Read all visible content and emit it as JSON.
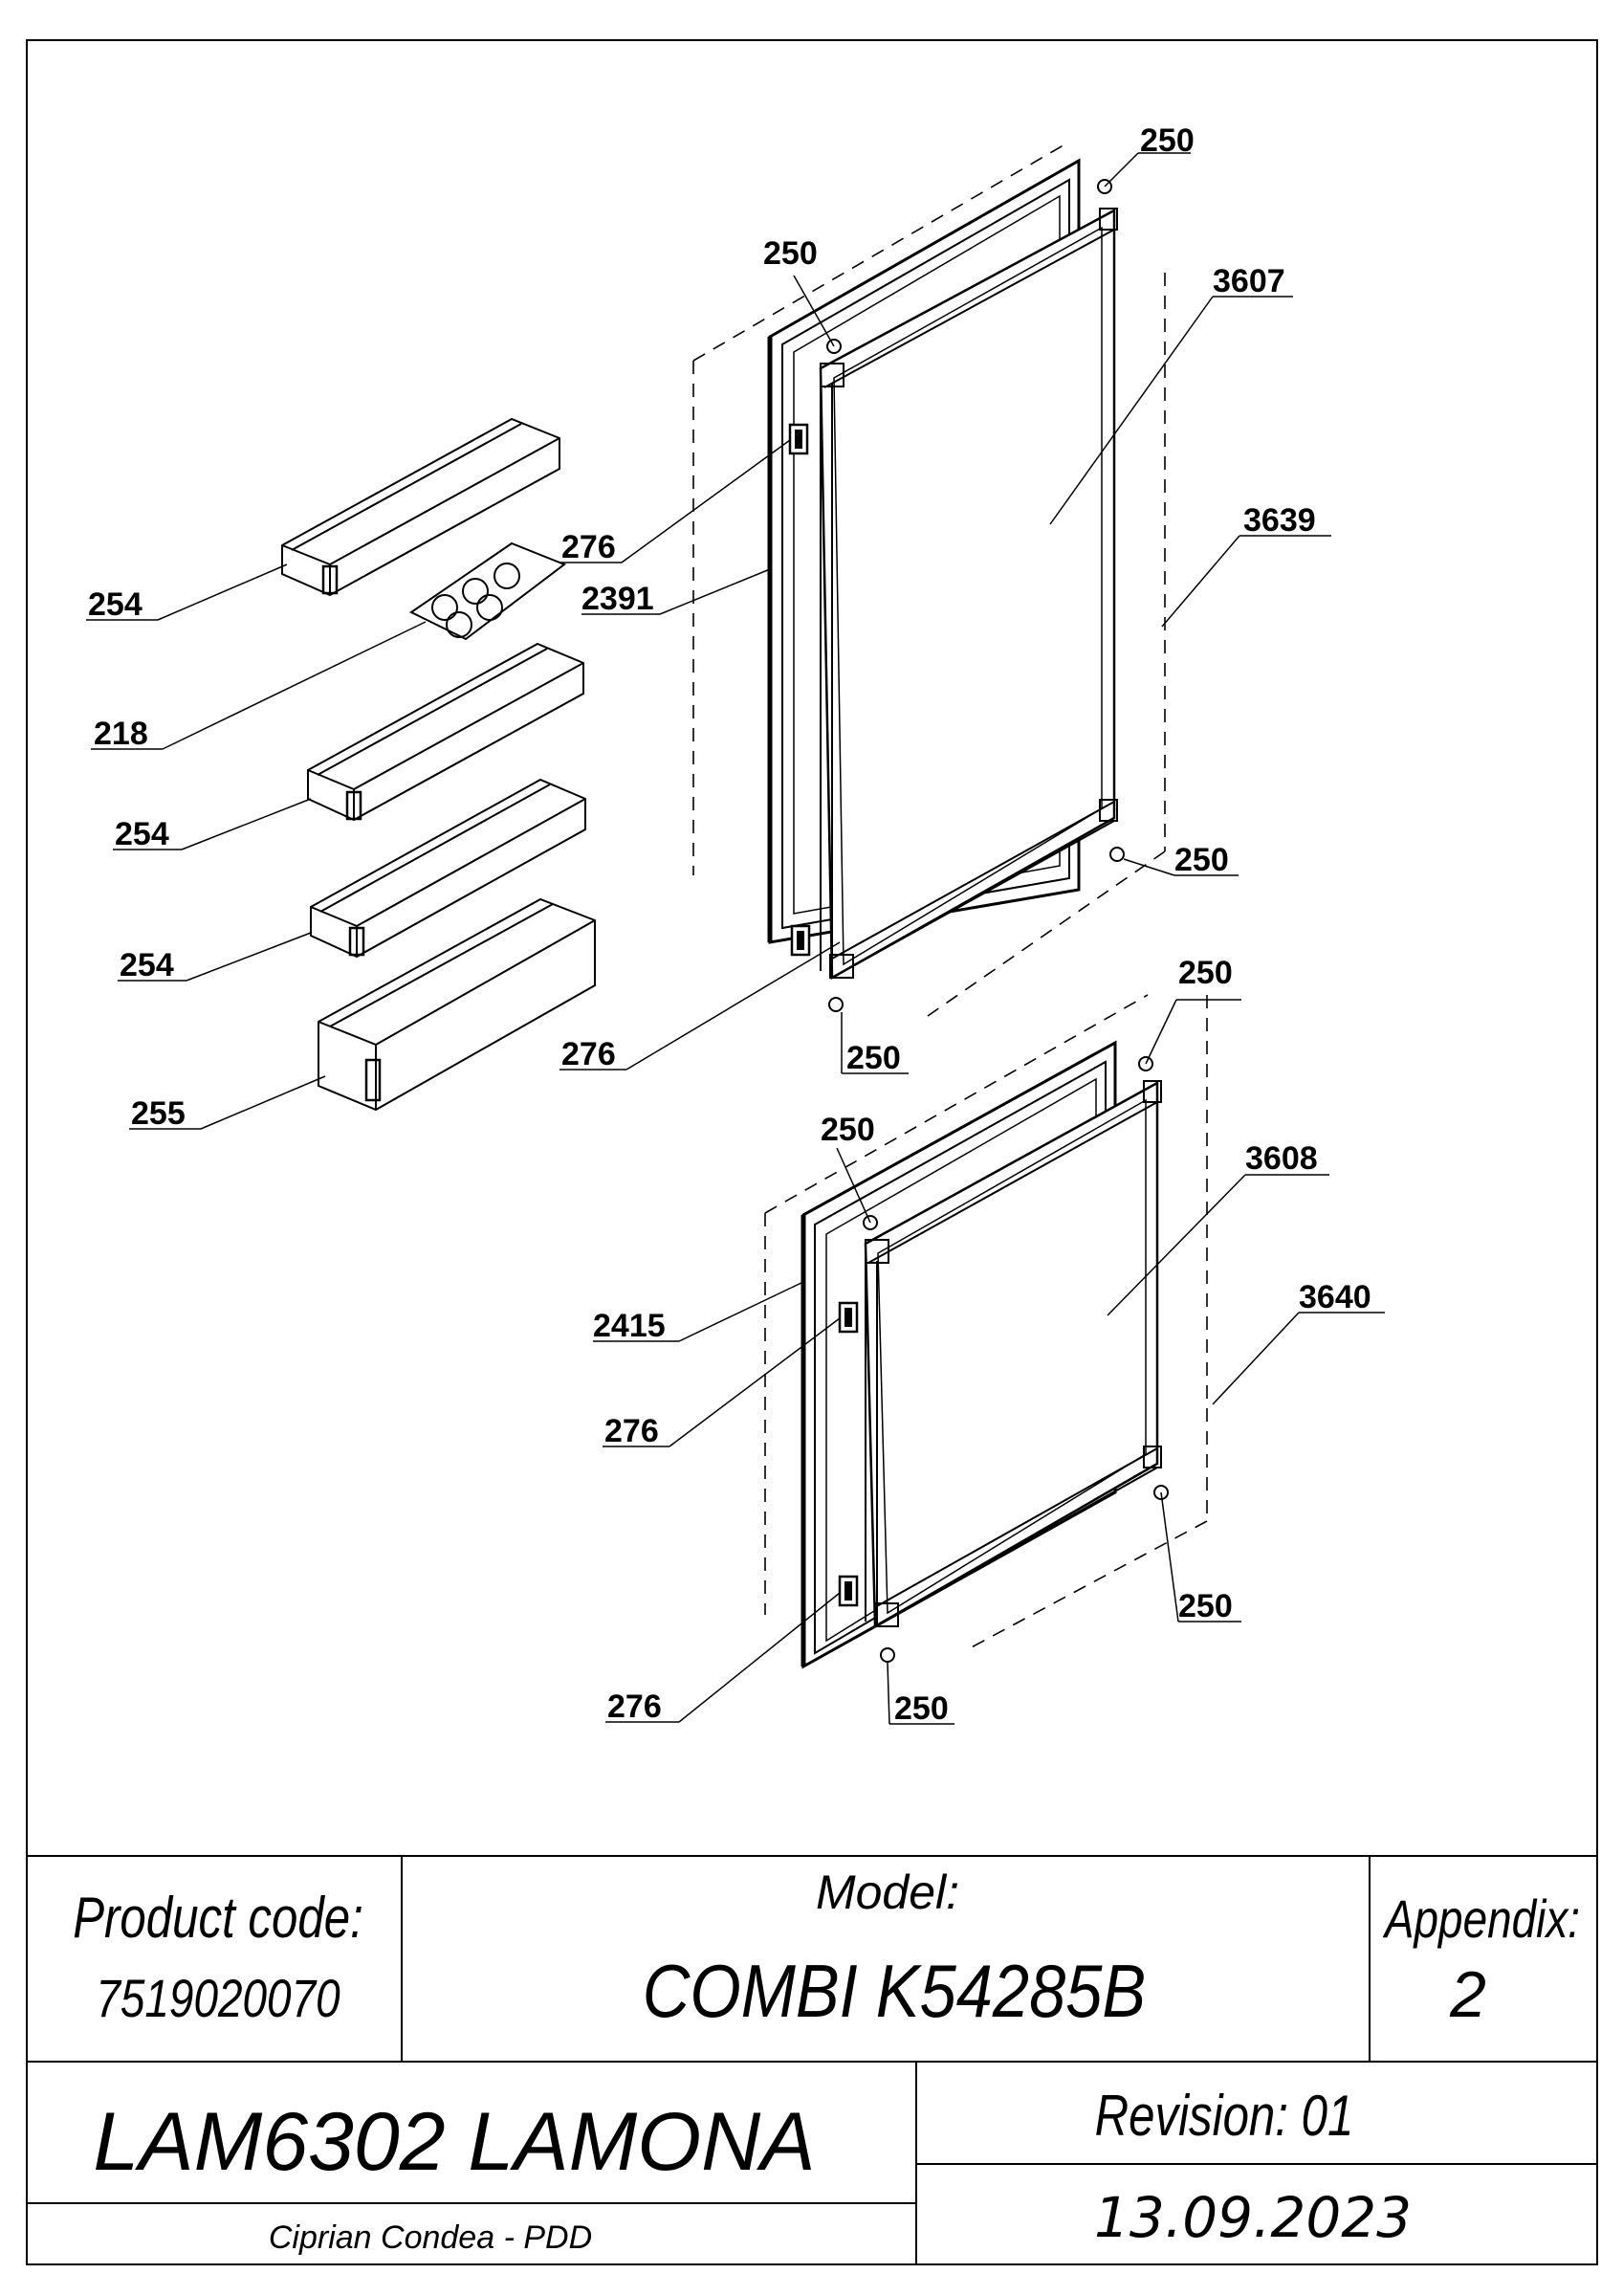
{
  "diagram": {
    "labels": {
      "l250_top": "250",
      "l250_upper_left": "250",
      "l3607": "3607",
      "l3639": "3639",
      "l276_a": "276",
      "l2391": "2391",
      "l254_a": "254",
      "l218": "218",
      "l254_b": "254",
      "l250_mid_right": "250",
      "l254_c": "254",
      "l250_mid2": "250",
      "l276_b": "276",
      "l250_upper_bottom": "250",
      "l255": "255",
      "l250_lower_left": "250",
      "l3608": "3608",
      "l2415": "2415",
      "l3640": "3640",
      "l276_c": "276",
      "l250_lower_right": "250",
      "l276_d": "276",
      "l250_lower_bottom": "250"
    }
  },
  "title_block": {
    "product_code_label": "Product code:",
    "product_code": "7519020070",
    "model_label": "Model:",
    "model": "COMBI K54285B",
    "appendix_label": "Appendix:",
    "appendix": "2",
    "title": "LAM6302 LAMONA",
    "author": "Ciprian Condea - PDD",
    "revision": "Revision: 01",
    "date": "13.09.2023"
  }
}
